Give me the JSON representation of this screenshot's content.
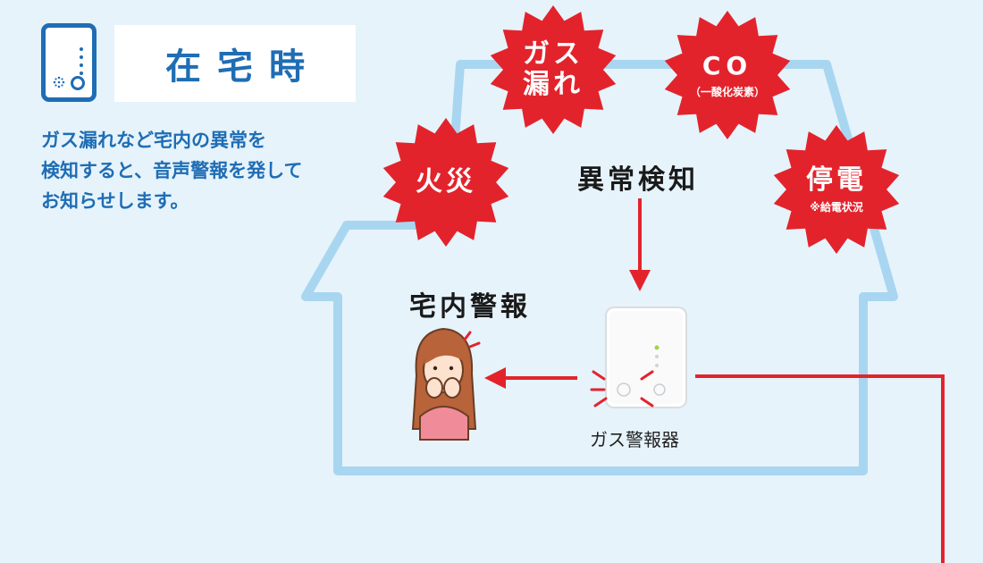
{
  "header": {
    "title": "在宅時",
    "description_lines": [
      "ガス漏れなど宅内の異常を",
      "検知すると、音声警報を発して",
      "お知らせします。"
    ]
  },
  "hazards": {
    "gas": [
      "ガス",
      "漏れ"
    ],
    "co": {
      "main": "CO",
      "sub": "（一酸化炭素）"
    },
    "fire": "火災",
    "outage": {
      "main": "停電",
      "sub": "※給電状況"
    }
  },
  "labels": {
    "detection": "異常検知",
    "home_alarm": "宅内警報",
    "device": "ガス警報器"
  },
  "colors": {
    "accent_blue": "#1f6db4",
    "alert_red": "#e3232c",
    "house_outline": "#a8d6f0",
    "background": "#e6f3fb"
  }
}
